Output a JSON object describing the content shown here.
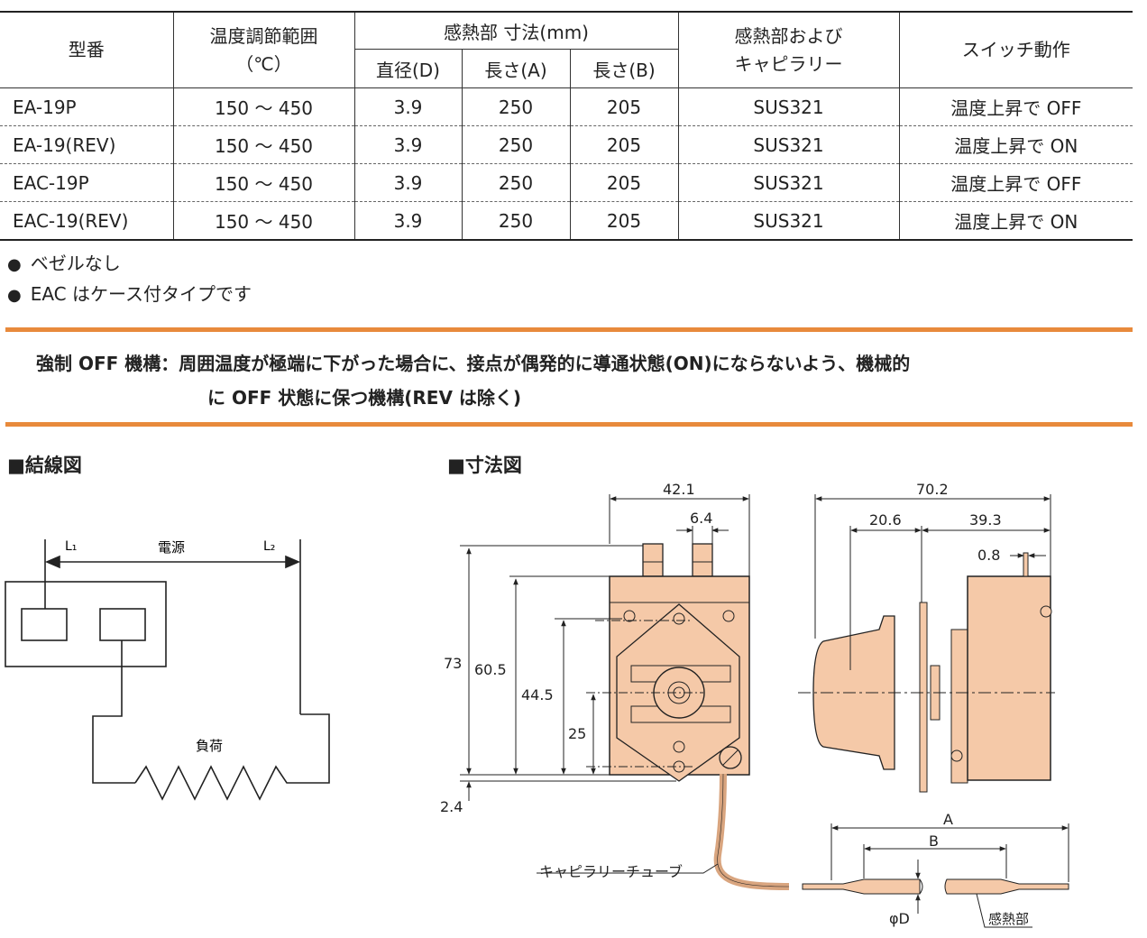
{
  "table": {
    "headers": {
      "model": "型番",
      "temp_range_l1": "温度調節範囲",
      "temp_range_l2": "（℃）",
      "sensor_dims": "感熱部 寸法(mm)",
      "diameter": "直径(D)",
      "length_a": "長さ(A)",
      "length_b": "長さ(B)",
      "material_l1": "感熱部および",
      "material_l2": "キャピラリー",
      "switch": "スイッチ動作"
    },
    "rows": [
      {
        "model": "EA-19P",
        "range": "150 ～ 450",
        "d": "3.9",
        "a": "250",
        "b": "205",
        "material": "SUS321",
        "switch": "温度上昇で OFF"
      },
      {
        "model": "EA-19(REV)",
        "range": "150 ～ 450",
        "d": "3.9",
        "a": "250",
        "b": "205",
        "material": "SUS321",
        "switch": "温度上昇で ON"
      },
      {
        "model": "EAC-19P",
        "range": "150 ～ 450",
        "d": "3.9",
        "a": "250",
        "b": "205",
        "material": "SUS321",
        "switch": "温度上昇で OFF"
      },
      {
        "model": "EAC-19(REV)",
        "range": "150 ～ 450",
        "d": "3.9",
        "a": "250",
        "b": "205",
        "material": "SUS321",
        "switch": "温度上昇で ON"
      }
    ]
  },
  "notes": [
    "ベゼルなし",
    "EAC はケース付タイプです"
  ],
  "mechanism": {
    "line1": "強制 OFF 機構：周囲温度が極端に下がった場合に、接点が偶発的に導通状態(ON)にならないよう、機械的",
    "line2": "に OFF 状態に保つ機構(REV は除く)"
  },
  "wiring": {
    "title": "■結線図",
    "l1": "L₁",
    "l2": "L₂",
    "power": "電源",
    "load": "負荷"
  },
  "dimension": {
    "title": "■寸法図",
    "w_42_1": "42.1",
    "w_6_4": "6.4",
    "w_70_2": "70.2",
    "w_20_6": "20.6",
    "w_39_3": "39.3",
    "w_0_8": "0.8",
    "h_73": "73",
    "h_60_5": "60.5",
    "h_44_5": "44.5",
    "h_25": "25",
    "h_2_4": "2.4",
    "capillary_label": "キャピラリーチューブ",
    "label_a": "A",
    "label_b": "B",
    "label_d": "φD",
    "sensor_label": "感熱部"
  },
  "colors": {
    "accent": "#e88a3c",
    "body_fill": "#f5c9a8",
    "line": "#333333"
  }
}
